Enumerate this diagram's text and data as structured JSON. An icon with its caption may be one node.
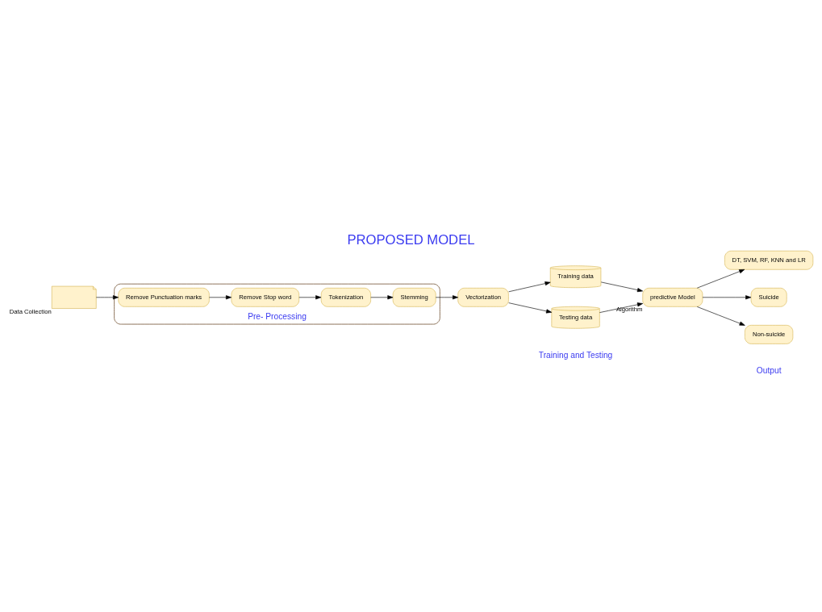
{
  "diagram": {
    "title": "PROPOSED MODEL",
    "nodes": [
      {
        "text": [],
        "shape": "document",
        "beside": [
          "Data Collection"
        ]
      },
      {
        "text": [
          "Pre- Processing"
        ]
      },
      {
        "text": [
          "Remove Punctuation marks"
        ],
        "in": 1
      },
      {
        "text": [
          "Remove Stop word"
        ],
        "in": 1
      },
      {
        "text": [
          "Tokenization"
        ],
        "in": 1
      },
      {
        "text": [
          "Stemming"
        ],
        "in": 1
      },
      {
        "text": [
          "Vectorization"
        ]
      },
      {
        "text": [
          "Training data"
        ]
      },
      {
        "text": [
          "Testing data"
        ]
      },
      {
        "text": [
          "DT, SVM, RF, KNN and LR"
        ]
      },
      {
        "text": [
          "predictive Model"
        ],
        "beside": [
          "Algorithm"
        ]
      },
      {
        "text": [
          "Suicide"
        ]
      },
      {
        "text": [
          "Non-suicide"
        ]
      }
    ],
    "edges": [
      {
        "from": 0,
        "to": 2,
        "arrow": "to"
      },
      {
        "from": 2,
        "to": 3,
        "arrow": "to"
      },
      {
        "from": 3,
        "to": 4,
        "arrow": "to"
      },
      {
        "from": 4,
        "to": 5,
        "arrow": "to"
      },
      {
        "from": 5,
        "to": 6,
        "arrow": "to"
      },
      {
        "from": 6,
        "to": 7,
        "arrow": "to"
      },
      {
        "from": 6,
        "to": 8,
        "arrow": "to"
      },
      {
        "from": 7,
        "to": 10,
        "arrow": "to"
      },
      {
        "from": 8,
        "to": 10,
        "arrow": "to"
      },
      {
        "from": 10,
        "to": 9,
        "arrow": "to"
      },
      {
        "from": 10,
        "to": 11,
        "arrow": "to"
      },
      {
        "from": 10,
        "to": 12,
        "arrow": "to"
      }
    ],
    "labels": [
      "Training and Testing",
      "Output"
    ]
  }
}
